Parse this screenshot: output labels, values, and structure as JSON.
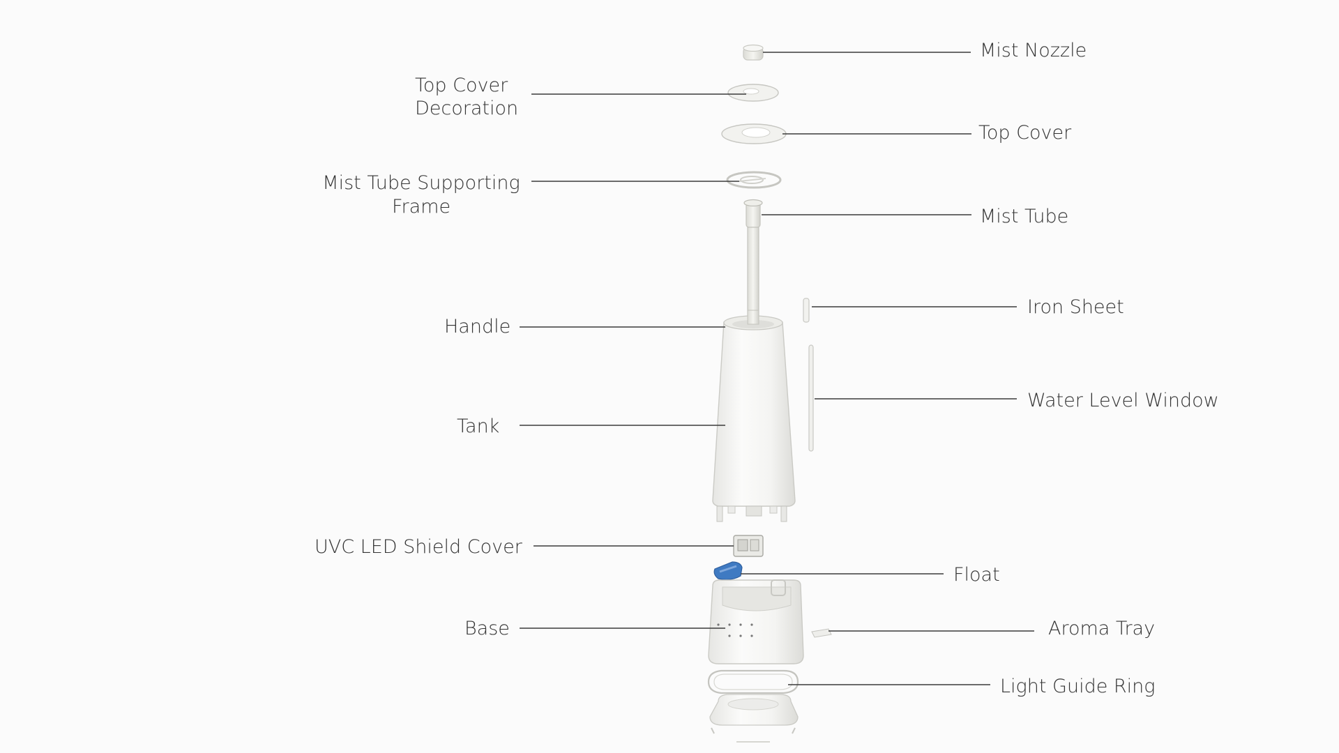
{
  "diagram": {
    "accent_color": "#3f7ac2",
    "line_color": "#3a3a3a",
    "part_color": "#f3f3f1",
    "part_edge_color": "#c9c9c6",
    "labels": {
      "mist_nozzle": "Mist Nozzle",
      "top_cover_decoration_1": "Top Cover",
      "top_cover_decoration_2": "Decoration",
      "top_cover": "Top Cover",
      "mist_tube_supporting_frame_1": "Mist Tube Supporting",
      "mist_tube_supporting_frame_2": "Frame",
      "mist_tube": "Mist Tube",
      "iron_sheet": "Iron Sheet",
      "handle": "Handle",
      "water_level_window": "Water Level Window",
      "tank": "Tank",
      "uvc_led_shield_cover": "UVC LED Shield Cover",
      "float": "Float",
      "base": "Base",
      "aroma_tray": "Aroma Tray",
      "light_guide_ring": "Light Guide Ring"
    }
  }
}
